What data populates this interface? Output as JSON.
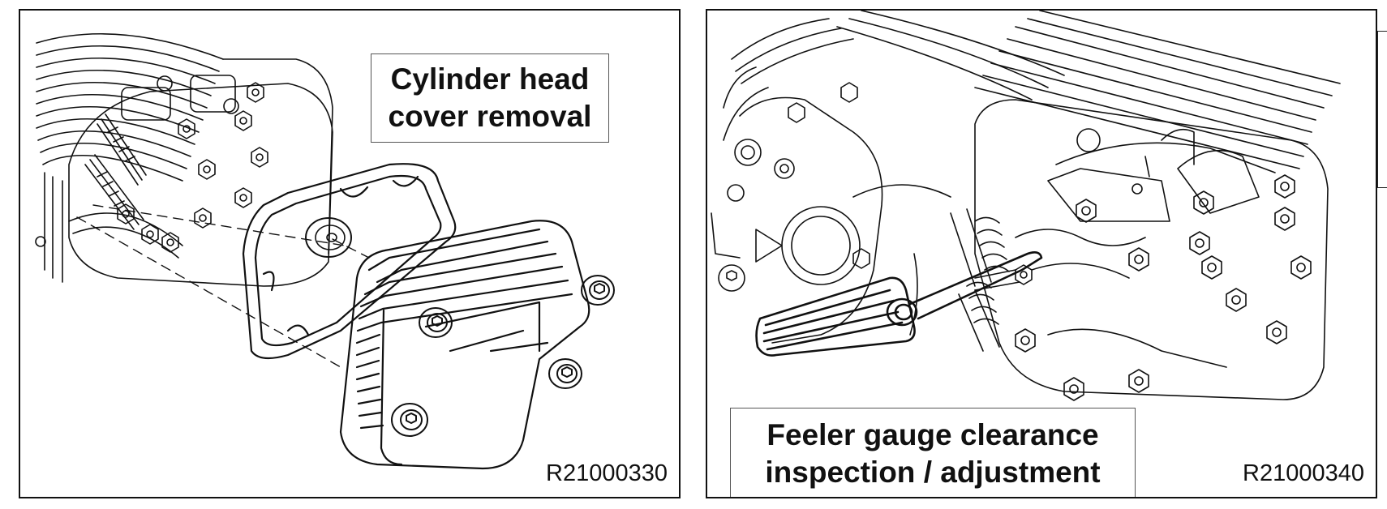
{
  "figures": [
    {
      "caption_line1": "Cylinder head",
      "caption_line2": "cover removal",
      "figure_code": "R21000330"
    },
    {
      "caption_line1": "Feeler gauge clearance",
      "caption_line2": "inspection / adjustment",
      "figure_code": "R21000340"
    }
  ],
  "colors": {
    "line": "#111111",
    "background": "#ffffff",
    "border": "#111111"
  }
}
